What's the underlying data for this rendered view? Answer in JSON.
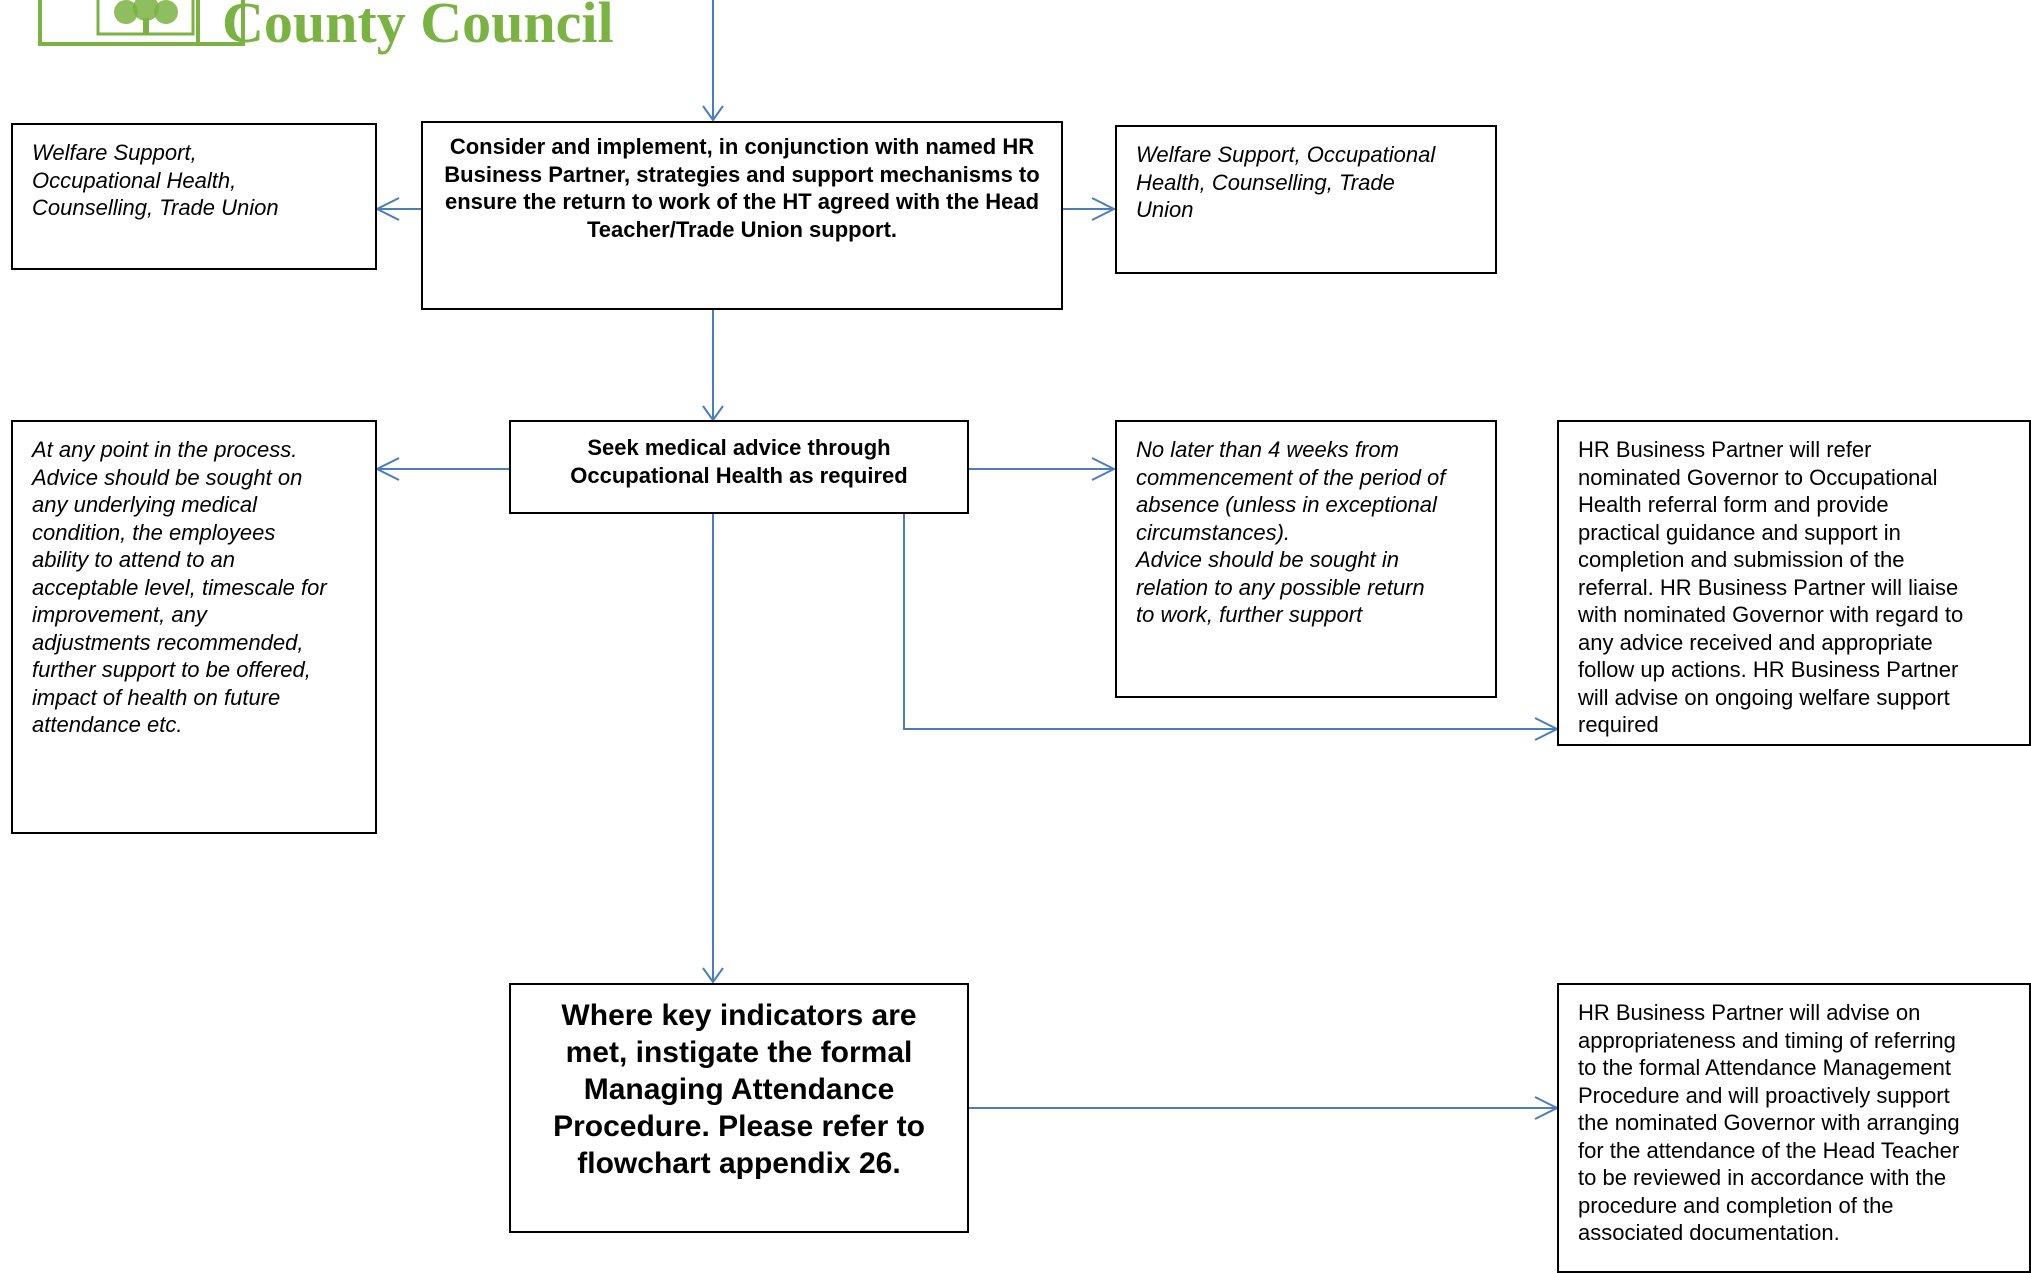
{
  "logo": {
    "organisation": "County Council"
  },
  "boxes": {
    "consider": "Consider and implement, in conjunction with named HR Business Partner, strategies and support mechanisms to ensure the return to work of the HT agreed with the Head Teacher/Trade Union support.",
    "welfare_left": "Welfare Support,\nOccupational Health,\nCounselling, Trade Union",
    "welfare_right": "Welfare Support, Occupational\nHealth, Counselling, Trade\nUnion",
    "seek": "Seek medical advice through Occupational Health as required",
    "any_point": "At any point in the process.\nAdvice should be sought on\nany underlying medical\ncondition, the employees\nability to attend to an\nacceptable level, timescale for\nimprovement, any\nadjustments recommended,\nfurther support to be offered,\nimpact of health on future\nattendance etc.",
    "no_later": "No later than 4 weeks from\ncommencement of the period of\nabsence (unless in exceptional\ncircumstances).\nAdvice should be sought in\nrelation to any possible return\nto work, further support",
    "hr_refer": "HR Business Partner will refer\nnominated Governor to Occupational\nHealth referral form and provide\npractical guidance and support in\ncompletion and submission of the\nreferral. HR Business Partner will liaise\nwith nominated Governor with regard to\nany advice received and appropriate\nfollow up actions. HR Business Partner\nwill advise on ongoing welfare support\nrequired",
    "key_indicators": "Where key indicators are met, instigate the formal Managing Attendance Procedure. Please refer to flowchart appendix 26.",
    "hr_advise": "HR Business Partner will advise on\nappropriateness and timing of referring\nto the formal Attendance Management\nProcedure and will proactively support\nthe nominated Governor with arranging\nfor the attendance of the Head Teacher\nto be reviewed in accordance with the\nprocedure and completion of the\nassociated documentation."
  },
  "colors": {
    "connector": "#4a7ebb",
    "logo": "#7ab342"
  }
}
